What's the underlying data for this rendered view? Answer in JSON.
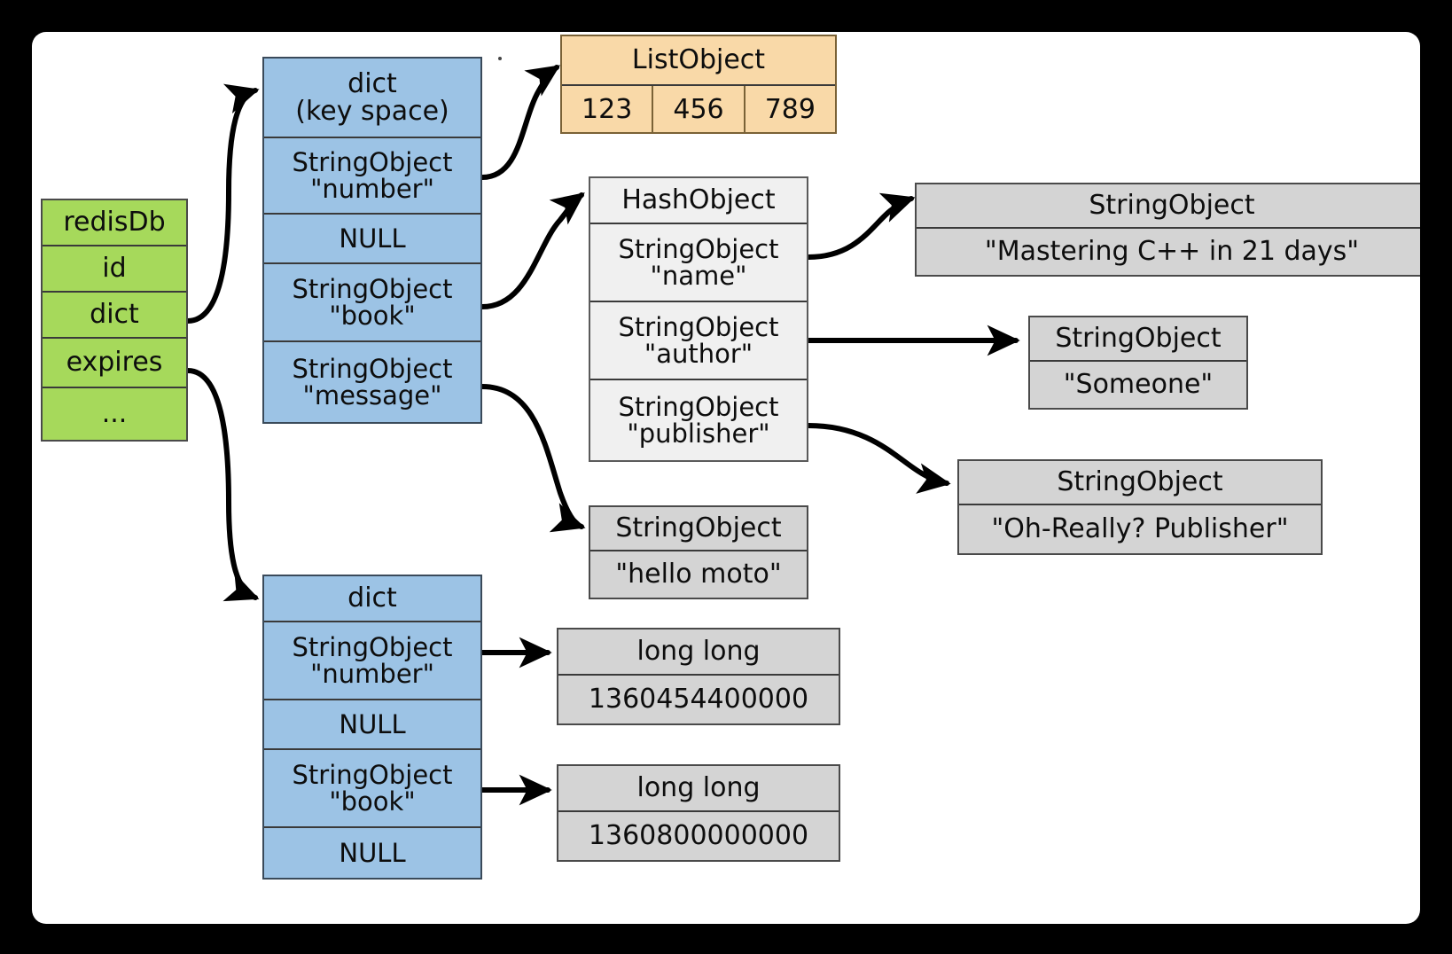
{
  "diagram": {
    "title": "Redis database key space object graph",
    "colors": {
      "green": "#a6d95b",
      "blue": "#9cc3e5",
      "orange": "#f9d9a8",
      "gray": "#d4d4d4",
      "white": "#f0f0f0",
      "border": "#3a3a3a",
      "arrow": "#000000",
      "canvas": "#ffffff",
      "frame": "#000000"
    }
  },
  "redis_db": {
    "name": "redisDb",
    "rows": [
      "redisDb",
      "id",
      "dict",
      "expires",
      "..."
    ]
  },
  "key_space_dict": {
    "header_line1": "dict",
    "header_line2": "(key space)",
    "rows": [
      "StringObject\n\"number\"",
      "NULL",
      "StringObject\n\"book\"",
      "StringObject\n\"message\""
    ]
  },
  "list_object": {
    "header": "ListObject",
    "cells": [
      "123",
      "456",
      "789"
    ]
  },
  "hash_object": {
    "header": "HashObject",
    "rows": [
      "StringObject\n\"name\"",
      "StringObject\n\"author\"",
      "StringObject\n\"publisher\""
    ]
  },
  "string_objects": {
    "book_name": {
      "header": "StringObject",
      "value": "\"Mastering C++ in 21 days\""
    },
    "book_author": {
      "header": "StringObject",
      "value": "\"Someone\""
    },
    "book_publisher": {
      "header": "StringObject",
      "value": "\"Oh-Really? Publisher\""
    },
    "message": {
      "header": "StringObject",
      "value": "\"hello moto\""
    }
  },
  "expires_dict": {
    "header": "dict",
    "rows": [
      "StringObject\n\"number\"",
      "NULL",
      "StringObject\n\"book\"",
      "NULL"
    ]
  },
  "expire_values": {
    "number": {
      "header": "long long",
      "value": "1360454400000"
    },
    "book": {
      "header": "long long",
      "value": "1360800000000"
    }
  }
}
